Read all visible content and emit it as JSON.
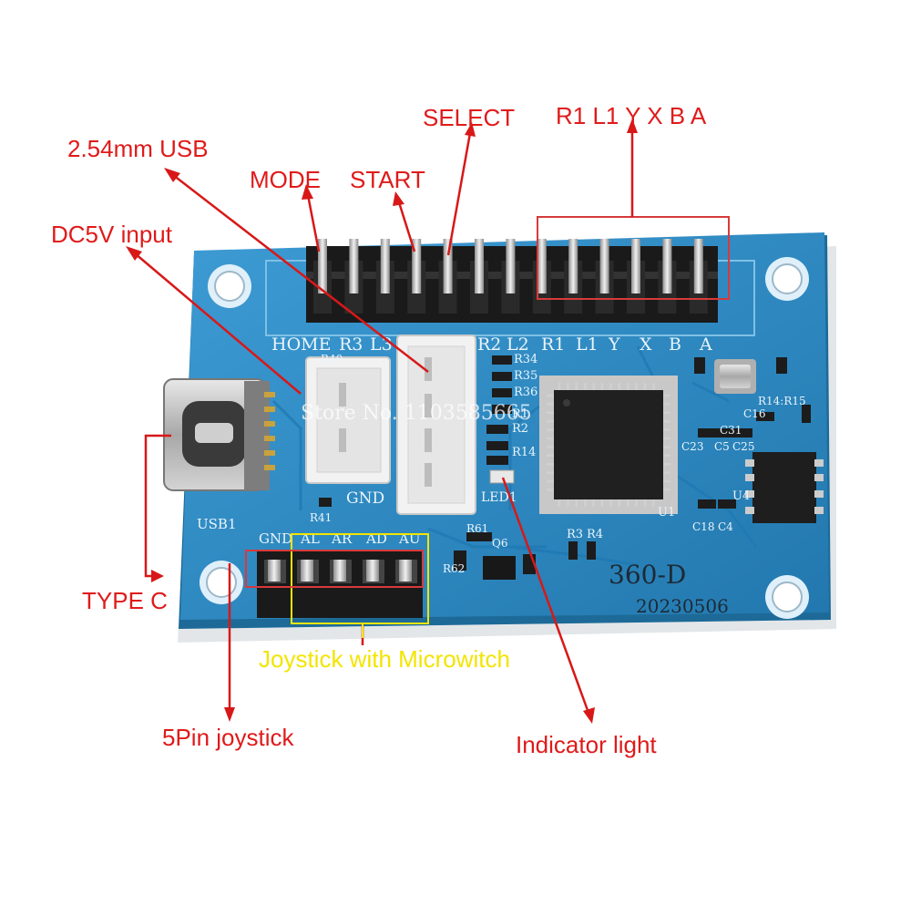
{
  "callouts": {
    "select": "SELECT",
    "buttons": "R1 L1 Y X B A",
    "usb": "2.54mm USB",
    "mode": "MODE",
    "start": "START",
    "dc5v": "DC5V input",
    "typec": "TYPE C",
    "joystick_micro": "Joystick with Microwitch",
    "five_pin": "5Pin joystick",
    "indicator": "Indicator light"
  },
  "silkscreen": {
    "home": "HOME",
    "r3": "R3",
    "l3": "L3",
    "r2": "R2",
    "l2": "L2",
    "r1": "R1",
    "l1": "L1",
    "y": "Y",
    "x": "X",
    "b": "B",
    "a": "A",
    "gnd_conn": "GND",
    "led": "LED1",
    "usb1": "USB1",
    "gnd_stick": "GND",
    "al": "AL",
    "ar": "AR",
    "ad": "AD",
    "au": "AU",
    "board_name": "360-D",
    "date_code": "20230506",
    "watermark": "Store No. 1103585665",
    "r34": "R34",
    "r35": "R35",
    "r36": "R36",
    "r1_part": "R1",
    "r2_part": "R2",
    "r14": "R14",
    "r40": "R40",
    "r41": "R41",
    "r3_part": "R3",
    "r4_part": "R4",
    "r61": "R61",
    "r62": "R62",
    "q6": "Q6",
    "u1": "U1",
    "u4": "U4",
    "c16": "C16",
    "c31": "C31",
    "c23": "C23",
    "c5": "C5",
    "c25": "C25",
    "c18": "C18",
    "c4": "C4",
    "r14_r15": "R14:R15"
  },
  "colors": {
    "board": "#2a8cc8",
    "board_edge": "#1c6e9e",
    "callout_red": "#e01a1a",
    "callout_yellow": "#f2e500"
  }
}
